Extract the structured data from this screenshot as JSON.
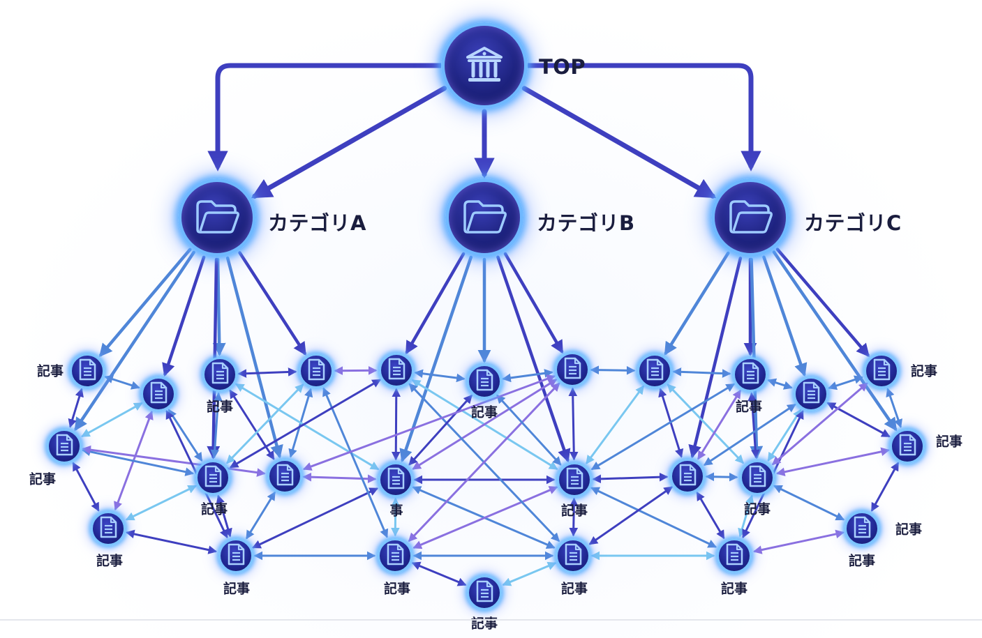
{
  "top": {
    "label": "TOP",
    "icon": "bank-icon"
  },
  "categories": [
    {
      "label": "カテゴリA",
      "icon": "folder-icon"
    },
    {
      "label": "カテゴリB",
      "icon": "folder-icon"
    },
    {
      "label": "カテゴリC",
      "icon": "folder-icon"
    }
  ],
  "article_label": "記事",
  "article_label_partial": "事",
  "article_icon": "document-icon",
  "colors": {
    "node_fill": "#1e2380",
    "node_glow": "#6fb8ff",
    "arrow_dark": "#3e3fbf",
    "arrow_mid": "#4f86d8",
    "arrow_light": "#79c7f0",
    "arrow_violet": "#8a70e0",
    "label": "#1a1d3e"
  }
}
